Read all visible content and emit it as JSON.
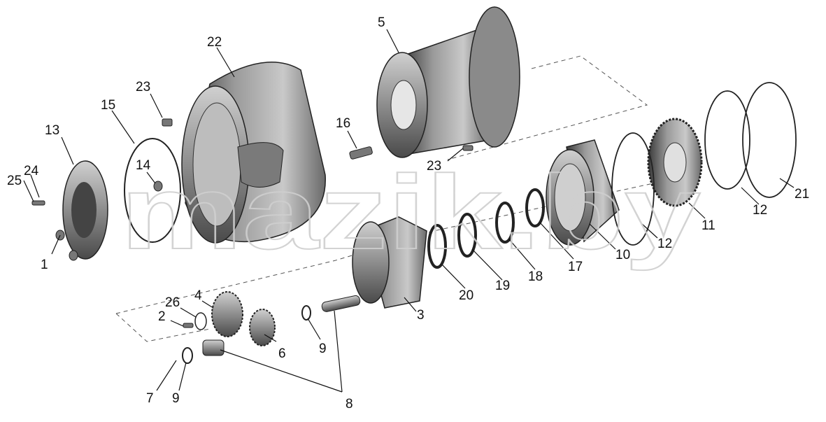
{
  "watermark": "mazik.by",
  "labels": {
    "l1": "1",
    "l2": "2",
    "l3": "3",
    "l4": "4",
    "l5": "5",
    "l6": "6",
    "l7": "7",
    "l8": "8",
    "l9a": "9",
    "l9b": "9",
    "l10": "10",
    "l11": "11",
    "l12a": "12",
    "l12b": "12",
    "l13": "13",
    "l14": "14",
    "l15": "15",
    "l16": "16",
    "l17": "17",
    "l18": "18",
    "l19": "19",
    "l20": "20",
    "l21": "21",
    "l22": "22",
    "l23a": "23",
    "l23b": "23",
    "l24": "24",
    "l25": "25",
    "l26": "26"
  }
}
